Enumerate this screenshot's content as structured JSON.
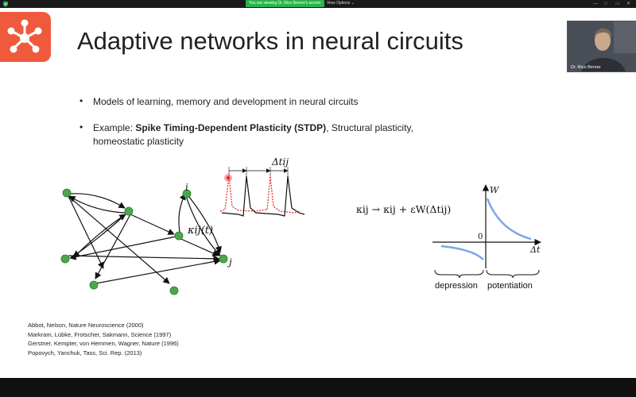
{
  "zoom": {
    "banner_text": "You are viewing Dr. Rico Berner's screen",
    "view_options_label": "View Options",
    "colors": {
      "banner": "#2bb24c"
    }
  },
  "slide": {
    "title": "Adaptive networks in neural circuits",
    "bullets": [
      {
        "text": "Models of learning, memory and development in neural circuits"
      },
      {
        "prefix": "Example: ",
        "bold": "Spike Timing-Dependent Plasticity (STDP)",
        "suffix": ", Structural plasticity, homeostatic plasticity"
      }
    ],
    "network_labels": {
      "i": "i",
      "j": "j",
      "kappa": "κij(t)"
    },
    "spike_label": "Δtij",
    "equation": "κij → κij + εW(Δtij)",
    "stdp_plot": {
      "w_label": "W",
      "zero_label": "0",
      "dt_label": "Δt",
      "depression": "depression",
      "potentiation": "potentiation"
    },
    "references": [
      "Abbot, Nelson, Nature Neuroscience (2000)",
      "Markram, Lübke, Frotscher, Sakmann, Science (1997)",
      "Gerstner, Kempter, von Hemmen, Wagner, Nature (1996)",
      "Popovych, Yanchuk, Tass, Sci. Rep. (2013)"
    ],
    "colors": {
      "logo": "#ef5a3c",
      "node": "#4aa84a",
      "curve": "#7ba7e6",
      "spike_red": "#e0242a"
    }
  },
  "webcam": {
    "name": "Dr. Rico Berner"
  }
}
